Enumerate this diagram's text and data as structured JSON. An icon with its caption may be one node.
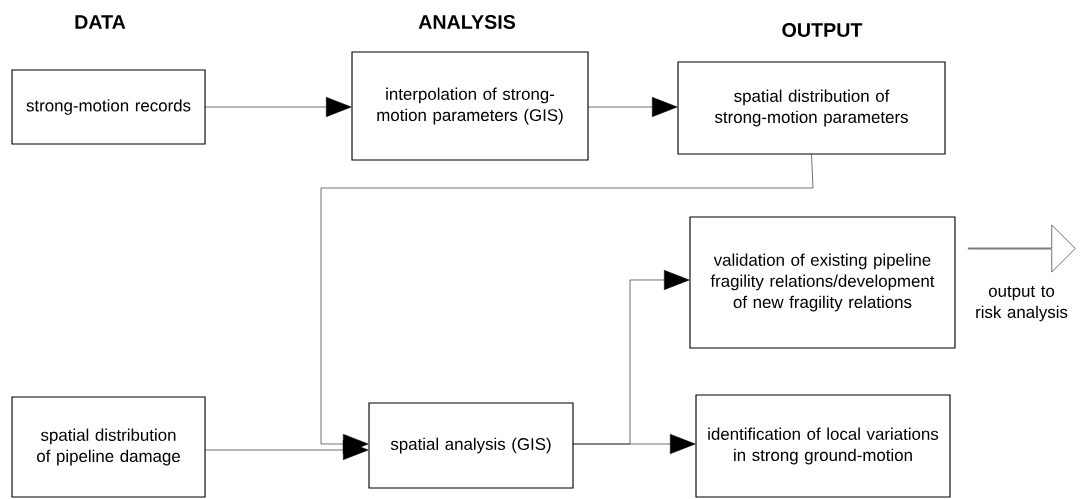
{
  "diagram": {
    "nodes": [
      {
        "text": [
          "strong-motion records"
        ]
      },
      {
        "text": [
          "interpolation of strong-motion parameters (GIS)"
        ]
      },
      {
        "text": [
          "spatial distribution of strong-motion parameters"
        ]
      },
      {
        "text": [
          "validation of existing pipeline fragility relations/development of new fragility relations"
        ]
      },
      {
        "text": [
          "spatial distribution of pipeline damage"
        ]
      },
      {
        "text": [
          "spatial analysis (GIS)"
        ]
      },
      {
        "text": [
          "identification of local variations in strong ground-motion"
        ]
      },
      {
        "text": [],
        "shape": "arrow",
        "beside": [
          "output to risk analysis"
        ]
      }
    ],
    "edges": [
      {
        "from": 0,
        "to": 1,
        "arrow": "to"
      },
      {
        "from": 1,
        "to": 2,
        "arrow": "to"
      },
      {
        "from": 2,
        "to": 5,
        "arrow": "to"
      },
      {
        "from": 4,
        "to": 5,
        "arrow": "to"
      },
      {
        "from": 5,
        "to": 3,
        "arrow": "to"
      },
      {
        "from": 5,
        "to": 6,
        "arrow": "to"
      }
    ],
    "labels": [
      "DATA",
      "ANALYSIS",
      "OUTPUT"
    ]
  }
}
